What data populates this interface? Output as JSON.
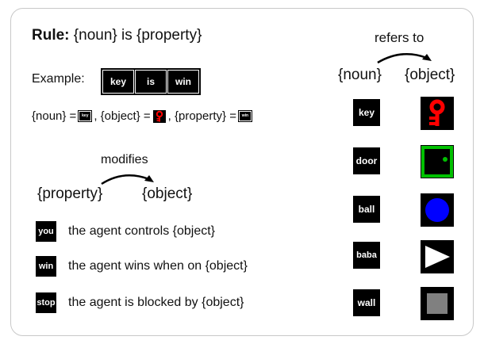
{
  "rule": {
    "prefix": "Rule:",
    "text": "{noun} is {property}"
  },
  "example": {
    "label": "Example:",
    "tiles": [
      "key",
      "is",
      "win"
    ]
  },
  "mapping": {
    "noun_part": "{noun} =",
    "object_part": ", {object} =",
    "property_part": ", {property} =",
    "mini_noun": "key",
    "mini_property": "win"
  },
  "modifies": {
    "label": "modifies",
    "left": "{property}",
    "right": "{object}"
  },
  "properties": [
    {
      "tile": "you",
      "text": "the agent controls {object}"
    },
    {
      "tile": "win",
      "text": "the agent wins when on {object}"
    },
    {
      "tile": "stop",
      "text": "the agent is blocked by {object}"
    }
  ],
  "refers": {
    "label": "refers to",
    "left": "{noun}",
    "right": "{object}"
  },
  "nouns": [
    {
      "tile": "key",
      "object_icon": "red-key-icon",
      "color": "#ff0000"
    },
    {
      "tile": "door",
      "object_icon": "green-door-icon",
      "color": "#00c000"
    },
    {
      "tile": "ball",
      "object_icon": "blue-ball-icon",
      "color": "#0000ff"
    },
    {
      "tile": "baba",
      "object_icon": "white-triangle-icon",
      "color": "#ffffff"
    },
    {
      "tile": "wall",
      "object_icon": "grey-wall-icon",
      "color": "#808080"
    }
  ]
}
